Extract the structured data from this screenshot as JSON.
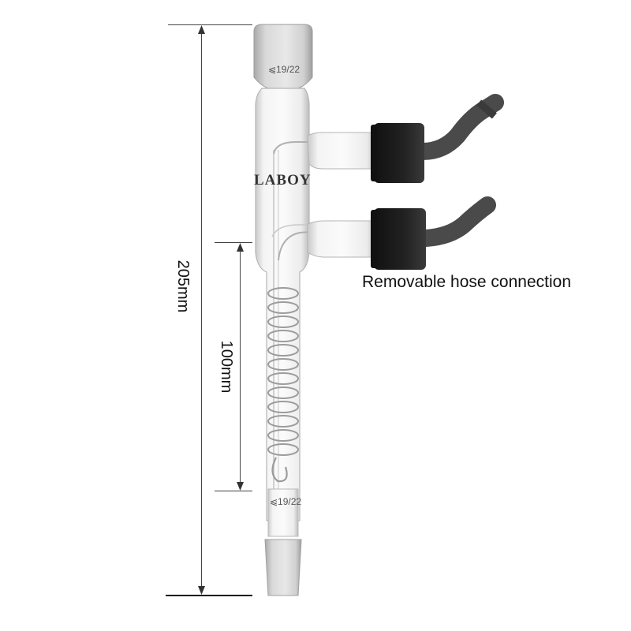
{
  "diagram": {
    "subject": "Coil condenser with ground glass joints and removable hose connections",
    "brand_label": "LABOY",
    "top_joint_label": "⩿19/22",
    "bottom_joint_label": "⩿19/22",
    "dimensions": {
      "overall_length": "205mm",
      "coil_length": "100mm"
    },
    "caption": "Removable hose connection",
    "colors": {
      "background": "#ffffff",
      "glass": "#f2f2f2",
      "glass_edge": "#b5b5b5",
      "ground_glass": "#d6d6d6",
      "rubber_cap": "#1c1c1c",
      "hose_barb": "#4a4a4a",
      "dimension_line": "#444444"
    }
  }
}
